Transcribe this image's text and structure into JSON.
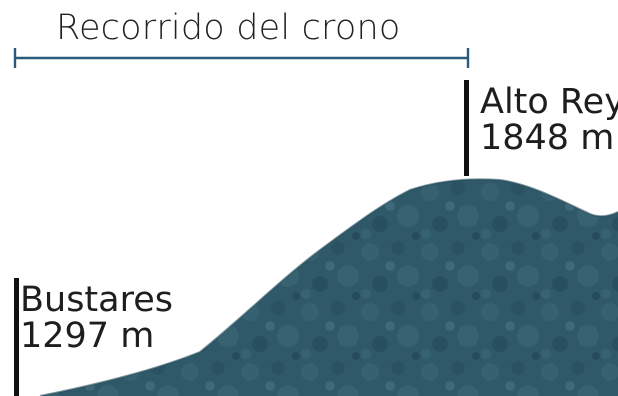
{
  "title": "Recorrido del crono",
  "start": {
    "name": "Bustares",
    "altitude": "1297 m"
  },
  "end": {
    "name": "Alto Rey",
    "altitude": "1848 m"
  },
  "colors": {
    "mountain": "#2f5868",
    "mountain_dark": "#234a58",
    "mountain_light": "#4e7d8a",
    "route_line": "#2a5a7c",
    "marker": "#111111"
  }
}
